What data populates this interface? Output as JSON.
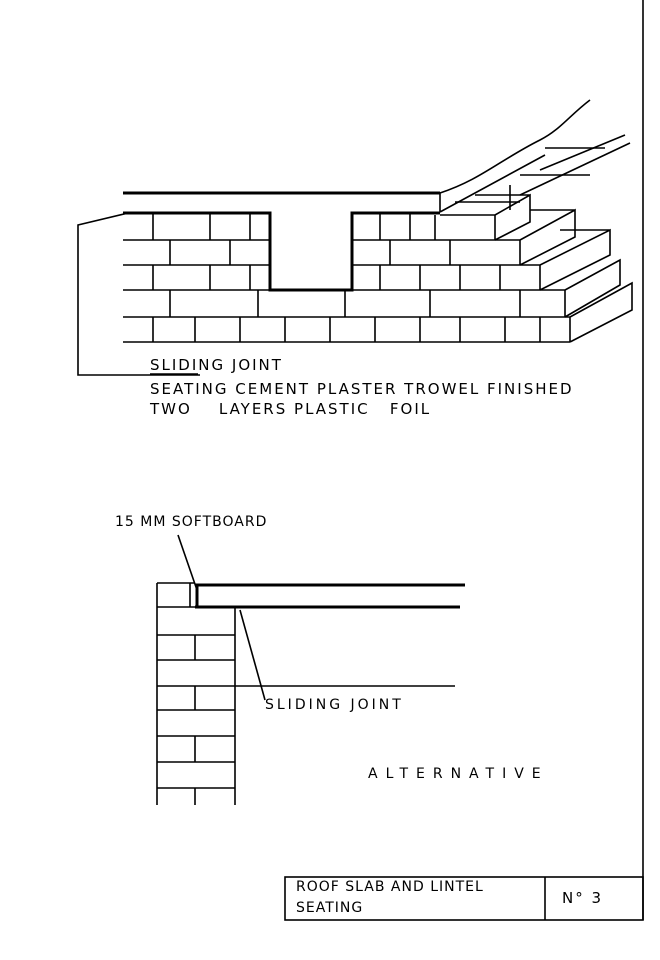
{
  "top_detail": {
    "label_sliding_joint": "SLIDING JOINT",
    "label_seating": "SEATING CEMENT PLASTER TROWEL FINISHED",
    "label_foil": "TWO    LAYERS PLASTIC   FOIL"
  },
  "bottom_detail": {
    "label_softboard": "15 MM SOFTBOARD",
    "label_sliding_joint": "SLIDING JOINT",
    "label_alternative": "ALTERNATIVE"
  },
  "title_block": {
    "title_line1": "ROOF SLAB AND LINTEL",
    "title_line2": "SEATING",
    "sheet_number": "N° 3"
  }
}
